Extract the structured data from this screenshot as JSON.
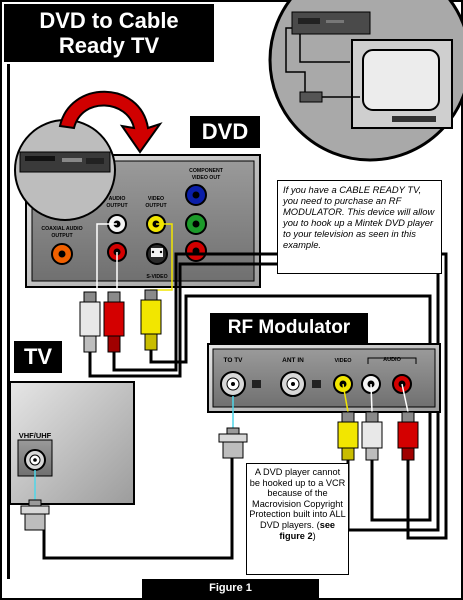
{
  "title": {
    "line1": "DVD to Cable",
    "line2": "Ready TV"
  },
  "labels": {
    "dvd": "DVD",
    "tv": "TV",
    "rf_modulator": "RF Modulator"
  },
  "dvd_panel": {
    "component_video_out": [
      "COMPONENT",
      "VIDEO OUT"
    ],
    "audio_output": [
      "AUDIO",
      "OUTPUT"
    ],
    "video_output": [
      "VIDEO",
      "OUTPUT"
    ],
    "coaxial_audio_output": [
      "COAXIAL AUDIO",
      "OUTPUT"
    ],
    "s_video": "S-VIDEO"
  },
  "rf_panel": {
    "to_tv": "TO TV",
    "ant_in": "ANT IN",
    "video": "VIDEO",
    "audio": "AUDIO"
  },
  "tv_panel": {
    "vhf_uhf": "VHF/UHF"
  },
  "info_text": "If you have a CABLE READY TV, you need to purchase an RF MODULATOR.  This device will allow you to hook up a Mintek DVD player to your television as seen in this example.",
  "note": {
    "text": "A DVD player cannot be hooked up to a VCR because of the Macrovision Copyright Protection built into ALL DVD players.",
    "see_open": "(",
    "see": "see figure 2",
    "see_close": ")"
  },
  "figure_caption": "Figure 1",
  "colors": {
    "yellow": "#f2e600",
    "red": "#d40000",
    "white_plug": "#e8e8e8",
    "blue": "#0a1ea8",
    "green": "#1c9a2a",
    "orange": "#f06000",
    "panel": "#8a8a8a",
    "background_grey": "#bdbdbd",
    "cable": "#000000",
    "cyan": "#4fd6e8"
  },
  "icons": [
    "dvd-player-icon",
    "tv-set-icon",
    "curved-arrow-icon",
    "coax-plug-icon",
    "rca-plug-icon"
  ]
}
